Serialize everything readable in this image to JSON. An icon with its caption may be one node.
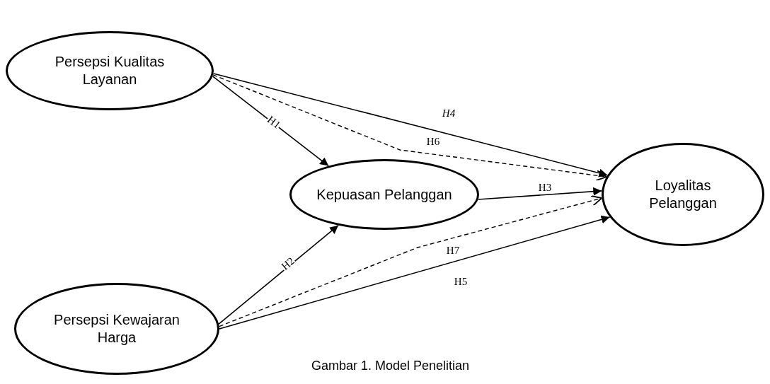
{
  "diagram": {
    "caption": "Gambar 1. Model Penelitian",
    "nodes": [
      {
        "text": [
          "Persepsi Kualitas Layanan"
        ]
      },
      {
        "text": [
          "Kepuasan Pelanggan"
        ]
      },
      {
        "text": [
          "Loyalitas Pelanggan"
        ]
      },
      {
        "text": [
          "Persepsi Kewajaran Harga"
        ]
      }
    ],
    "edges": [
      {
        "from": 0,
        "to": 1,
        "arrow": "to",
        "label": "H1"
      },
      {
        "from": 0,
        "to": 2,
        "arrow": "to",
        "label": "H4"
      },
      {
        "from": 0,
        "to": 2,
        "arrow": "to",
        "label": "H6",
        "style": "dashed"
      },
      {
        "from": 1,
        "to": 2,
        "arrow": "to",
        "label": "H3"
      },
      {
        "from": 3,
        "to": 2,
        "arrow": "to",
        "label": "H7",
        "style": "dashed"
      },
      {
        "from": 3,
        "to": 1,
        "arrow": "to",
        "label": "H2"
      },
      {
        "from": 3,
        "to": 2,
        "arrow": "to",
        "label": "H5"
      }
    ]
  }
}
